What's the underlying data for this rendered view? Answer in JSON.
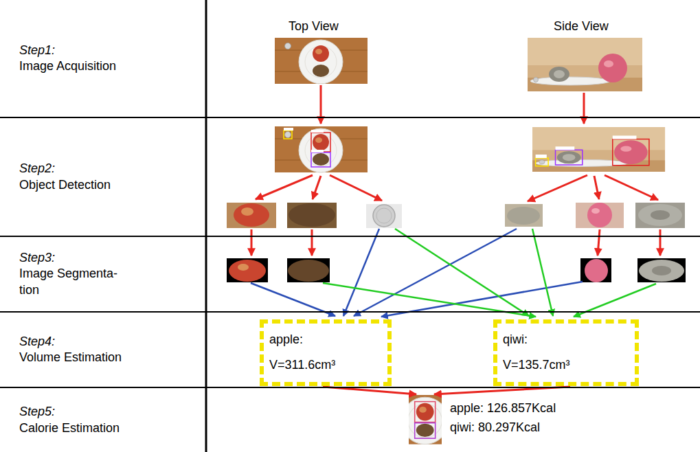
{
  "diagram": {
    "nodes": [
      {
        "text": [
          "Step1:",
          "Image Acquisition"
        ]
      },
      {
        "text": [
          "Step2:",
          "Object Detection"
        ]
      },
      {
        "text": [
          "Step3:",
          "Image Segmenta- tion"
        ]
      },
      {
        "text": [
          "Step4:",
          "Volume Estimation"
        ]
      },
      {
        "text": [
          "Step5:",
          "Calorie Estimation"
        ]
      },
      {
        "text": [
          "apple:",
          "V=311.6cm³"
        ],
        "in": 3
      },
      {
        "text": [
          "qiwi:",
          "V=135.7cm³"
        ],
        "in": 3
      }
    ],
    "labels": [
      "Top View",
      "Side View",
      "apple: 126.857Kcal",
      "qiwi: 80.297Kcal"
    ]
  }
}
